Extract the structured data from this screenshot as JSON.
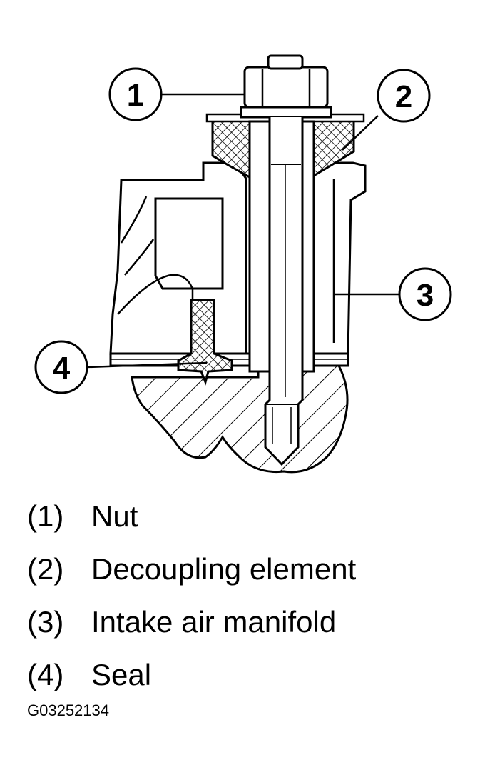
{
  "callouts": [
    {
      "num": "1"
    },
    {
      "num": "2"
    },
    {
      "num": "3"
    },
    {
      "num": "4"
    }
  ],
  "legend": [
    {
      "num": "(1)",
      "label": "Nut"
    },
    {
      "num": "(2)",
      "label": "Decoupling element"
    },
    {
      "num": "(3)",
      "label": "Intake air manifold"
    },
    {
      "num": "(4)",
      "label": "Seal"
    }
  ],
  "figure_id": "G03252134"
}
